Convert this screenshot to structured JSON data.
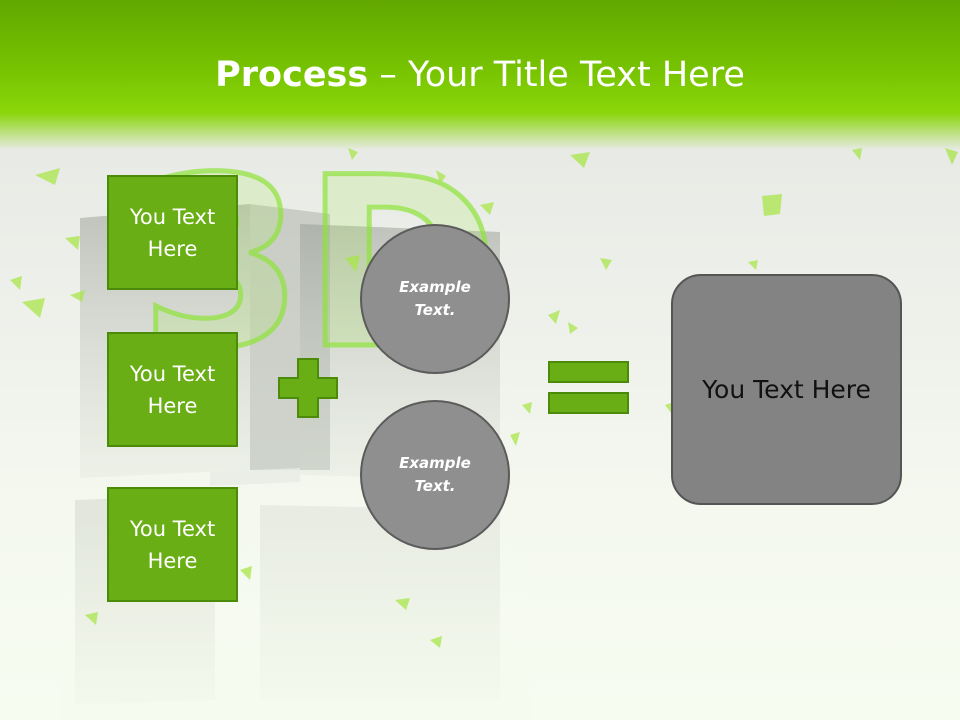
{
  "title": {
    "bold": "Process",
    "rest": " – Your Title Text Here"
  },
  "left_boxes": [
    {
      "label": "You Text Here"
    },
    {
      "label": "You Text Here"
    },
    {
      "label": "You Text Here"
    }
  ],
  "circles": [
    {
      "label": "Example Text."
    },
    {
      "label": "Example Text."
    }
  ],
  "result": {
    "label": "You Text Here"
  },
  "background": {
    "graphic": "3D",
    "icons": [
      "plus-icon",
      "equals-icon"
    ]
  },
  "colors": {
    "header_green": "#76c200",
    "box_green": "#6aae15",
    "box_border": "#4c8a0a",
    "circle_gray": "#8f8f8f",
    "result_gray": "#838383"
  }
}
